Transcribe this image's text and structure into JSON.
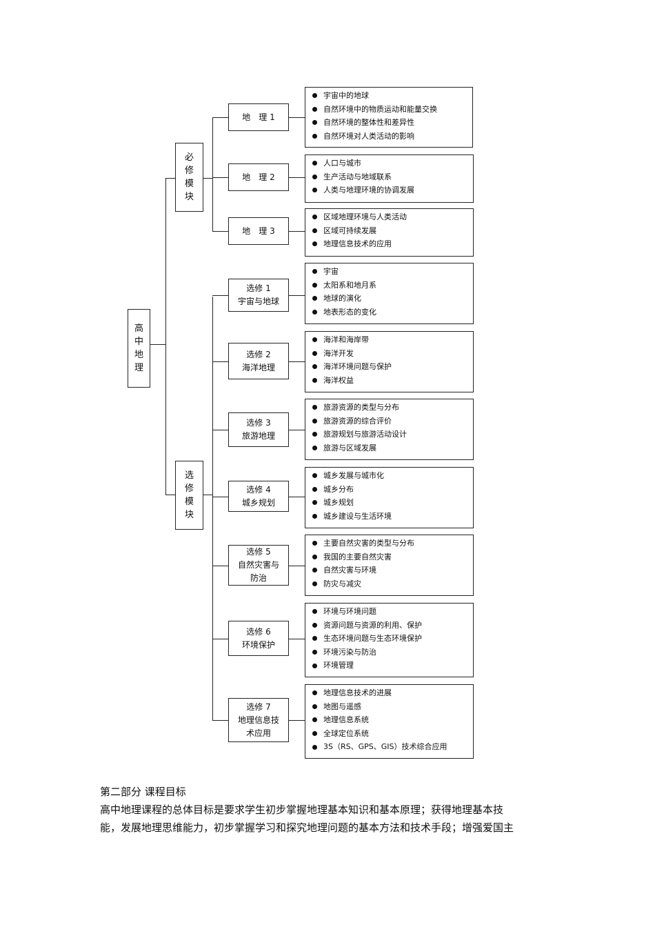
{
  "root": {
    "label": [
      "高",
      "中",
      "地",
      "理"
    ]
  },
  "groups": [
    {
      "label": [
        "必",
        "修",
        "模",
        "块"
      ]
    },
    {
      "label": [
        "选",
        "修",
        "模",
        "块"
      ]
    }
  ],
  "modules": [
    {
      "lines": [
        "地　理 1"
      ],
      "items": [
        "宇宙中的地球",
        "自然环境中的物质运动和能量交换",
        "自然环境的整体性和差异性",
        "自然环境对人类活动的影响"
      ]
    },
    {
      "lines": [
        "地　理 2"
      ],
      "items": [
        "人口与城市",
        "生产活动与地域联系",
        "人类与地理环境的协调发展"
      ]
    },
    {
      "lines": [
        "地　理 3"
      ],
      "items": [
        "区域地理环境与人类活动",
        "区域可持续发展",
        "地理信息技术的应用"
      ]
    },
    {
      "lines": [
        "选修 1",
        "宇宙与地球"
      ],
      "items": [
        "宇宙",
        "太阳系和地月系",
        "地球的演化",
        "地表形态的变化"
      ]
    },
    {
      "lines": [
        "选修 2",
        "海洋地理"
      ],
      "items": [
        "海洋和海岸带",
        "海洋开发",
        "海洋环境问题与保护",
        "海洋权益"
      ]
    },
    {
      "lines": [
        "选修 3",
        "旅游地理"
      ],
      "items": [
        "旅游资源的类型与分布",
        "旅游资源的综合评价",
        "旅游规划与旅游活动设计",
        "旅游与区域发展"
      ]
    },
    {
      "lines": [
        "选修 4",
        "城乡规划"
      ],
      "items": [
        "城乡发展与城市化",
        "城乡分布",
        "城乡规划",
        "城乡建设与生活环境"
      ]
    },
    {
      "lines": [
        "选修 5",
        "自然灾害与",
        "防治"
      ],
      "items": [
        "主要自然灾害的类型与分布",
        "我国的主要自然灾害",
        "自然灾害与环境",
        "防灾与减灾"
      ]
    },
    {
      "lines": [
        "选修 6",
        "环境保护"
      ],
      "items": [
        "环境与环境问题",
        "资源问题与资源的利用、保护",
        "生态环境问题与生态环境保护",
        "环境污染与防治",
        "环境管理"
      ]
    },
    {
      "lines": [
        "选修 7",
        "地理信息技",
        "术应用"
      ],
      "items": [
        "地理信息技术的进展",
        "地图与遥感",
        "地理信息系统",
        "全球定位系统",
        "3S（RS、GPS、GIS）技术综合应用"
      ]
    }
  ],
  "text": {
    "heading": "第二部分  课程目标",
    "para_line1": "高中地理课程的总体目标是要求学生初步掌握地理基本知识和基本原理；获得地理基本技",
    "para_line2": "能，发展地理思维能力，初步掌握学习和探究地理问题的基本方法和技术手段；增强爱国主"
  }
}
